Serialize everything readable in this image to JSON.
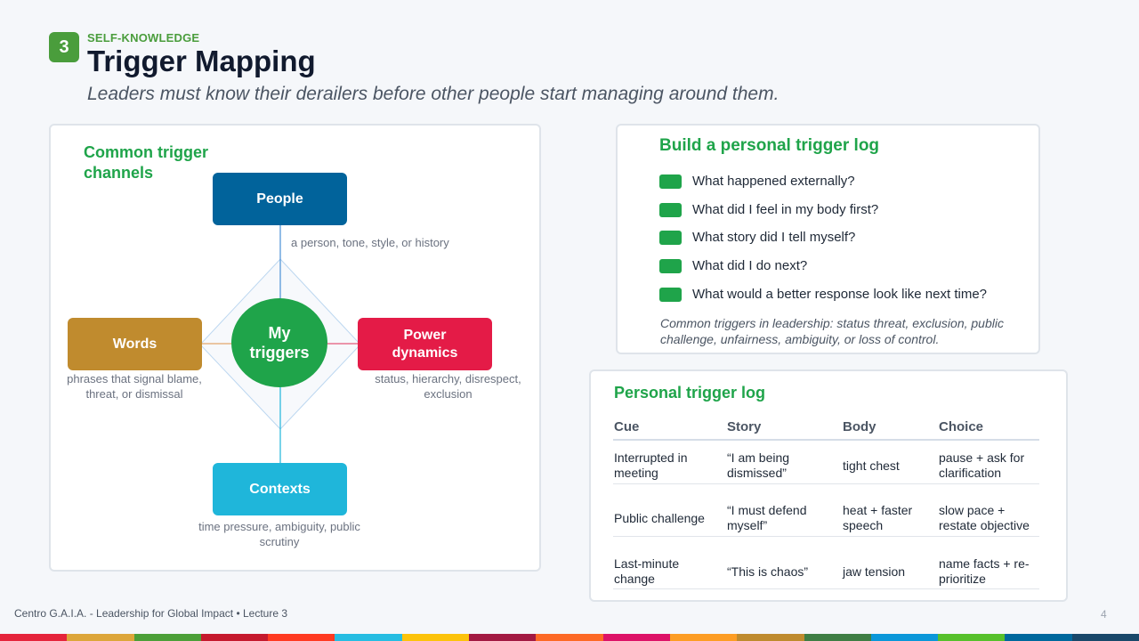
{
  "header": {
    "badge": "3",
    "eyebrow": "SELF-KNOWLEDGE",
    "title": "Trigger Mapping",
    "subtitle": "Leaders must know their derailers before other people start managing around them."
  },
  "channels": {
    "title": "Common trigger channels",
    "center": "My triggers",
    "people": {
      "label": "People",
      "desc": "a person, tone, style, or history"
    },
    "words": {
      "label": "Words",
      "desc": "phrases that signal blame, threat, or dismissal"
    },
    "power": {
      "label": "Power dynamics",
      "desc": "status, hierarchy, disrespect, exclusion"
    },
    "contexts": {
      "label": "Contexts",
      "desc": "time pressure, ambiguity, public scrutiny"
    }
  },
  "build_log": {
    "title": "Build a personal trigger log",
    "questions": [
      "What happened externally?",
      "What did I feel in my body first?",
      "What story did I tell myself?",
      "What did I do next?",
      "What would a better response look like next time?"
    ],
    "note": "Common triggers in leadership: status threat, exclusion, public challenge, unfairness, ambiguity, or loss of control."
  },
  "table": {
    "title": "Personal trigger log",
    "headers": [
      "Cue",
      "Story",
      "Body",
      "Choice"
    ],
    "rows": [
      [
        "Interrupted in meeting",
        "“I am being dismissed”",
        "tight chest",
        "pause + ask for clarification"
      ],
      [
        "Public challenge",
        "“I must defend myself”",
        "heat + faster speech",
        "slow pace + restate objective"
      ],
      [
        "Last-minute change",
        "“This is chaos”",
        "jaw tension",
        "name facts + re-prioritize"
      ]
    ]
  },
  "footer": {
    "text": "Centro G.A.I.A. - Leadership for Global Impact • Lecture 3",
    "page": "4"
  },
  "colors": {
    "green": "#1fa44a",
    "people": "#01639b",
    "words": "#c08b2e",
    "power": "#e41b47",
    "contexts": "#1fb6da",
    "stripe": [
      "#e5243b",
      "#dda63a",
      "#4c9f38",
      "#c5192d",
      "#ff3a21",
      "#26bde2",
      "#fcc30b",
      "#a21942",
      "#fd6925",
      "#dd1367",
      "#fd9d24",
      "#bf8b2e",
      "#3f7e44",
      "#0a97d9",
      "#56c02b",
      "#00689d",
      "#19486a"
    ]
  }
}
